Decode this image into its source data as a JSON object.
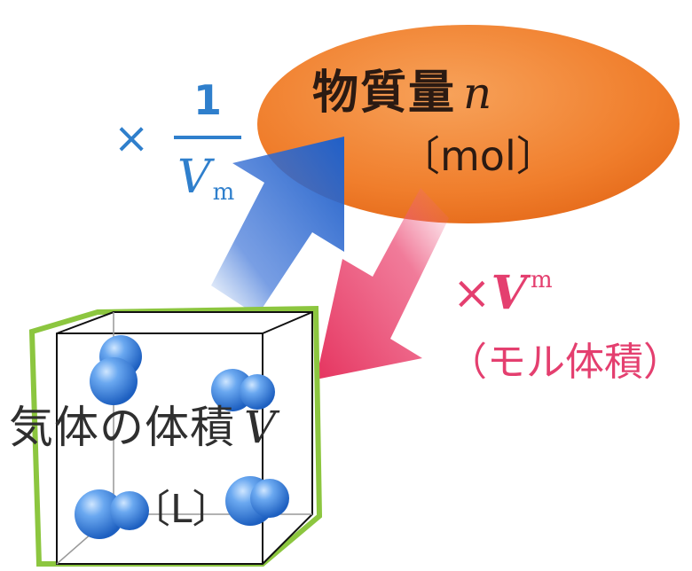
{
  "amount_node": {
    "title": "物質量",
    "symbol": "n",
    "unit": "〔mol〕",
    "color": "#f07e2c"
  },
  "gas_node": {
    "title": "気体の体積",
    "symbol": "V",
    "unit": "〔L〕",
    "border_color": "#8cc63f"
  },
  "to_amount": {
    "operator": "×",
    "numerator": "1",
    "denominator_symbol": "V",
    "denominator_subscript": "m",
    "color": "#2f7fcc"
  },
  "to_volume": {
    "operator": "×",
    "symbol": "V",
    "subscript": "m",
    "note": "（モル体積）",
    "color": "#e43f6f"
  }
}
